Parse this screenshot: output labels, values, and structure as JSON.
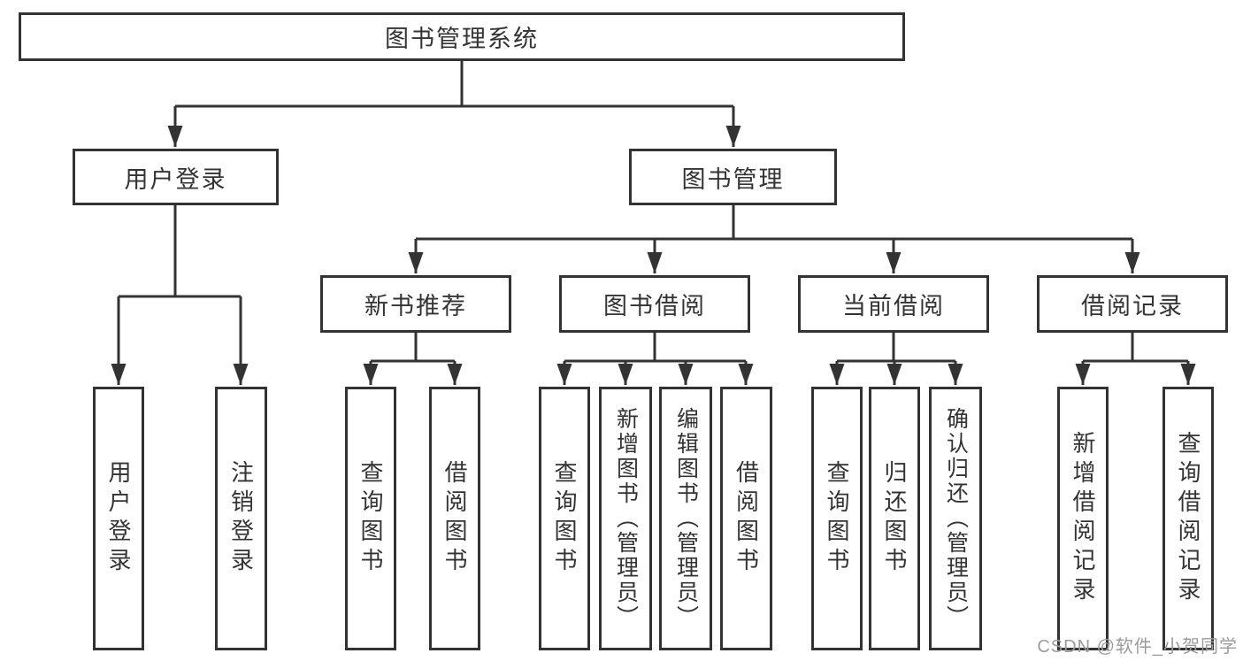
{
  "diagram": {
    "kind": "hierarchy-diagram",
    "colors": {
      "line": "#333333",
      "box_border": "#333333",
      "text": "#333333",
      "background": "#ffffff",
      "watermark": "#9b9b9b"
    },
    "tree": {
      "label": "图书管理系统",
      "children": [
        {
          "label": "用户登录",
          "children": [
            {
              "label": "用户登录"
            },
            {
              "label": "注销登录"
            }
          ]
        },
        {
          "label": "图书管理",
          "children": [
            {
              "label": "新书推荐",
              "children": [
                {
                  "label": "查询图书"
                },
                {
                  "label": "借阅图书"
                }
              ]
            },
            {
              "label": "图书借阅",
              "children": [
                {
                  "label": "查询图书"
                },
                {
                  "label": "新增图书（管理员）"
                },
                {
                  "label": "编辑图书（管理员）"
                },
                {
                  "label": "借阅图书"
                }
              ]
            },
            {
              "label": "当前借阅",
              "children": [
                {
                  "label": "查询图书"
                },
                {
                  "label": "归还图书"
                },
                {
                  "label": "确认归还（管理员）"
                }
              ]
            },
            {
              "label": "借阅记录",
              "children": [
                {
                  "label": "新增借阅记录"
                },
                {
                  "label": "查询借阅记录"
                }
              ]
            }
          ]
        }
      ]
    },
    "watermark_text": "CSDN @软件_小贺同学"
  }
}
